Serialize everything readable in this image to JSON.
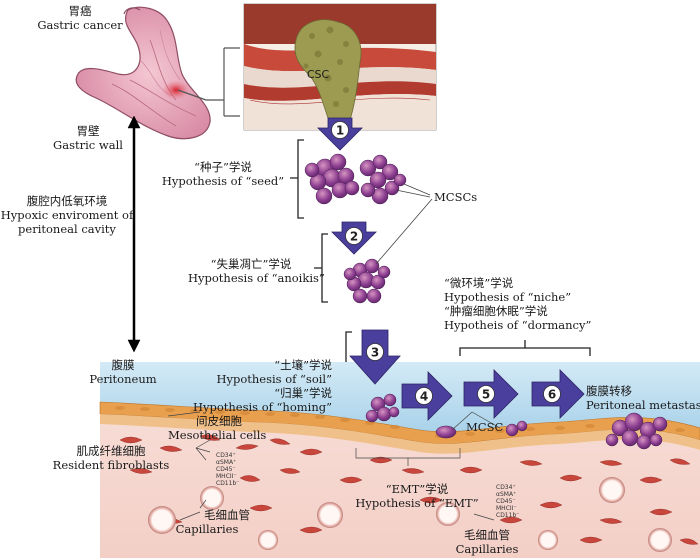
{
  "stomach": {
    "label_cn": "胃癌",
    "label_en": "Gastric cancer"
  },
  "gastric_wall": {
    "label_cn": "胃壁",
    "label_en": "Gastric wall"
  },
  "hypoxic": {
    "label_cn": "腹腔内低氧环境",
    "label_en_1": "Hypoxic enviroment of",
    "label_en_2": "peritoneal cavity"
  },
  "csc_inset": {
    "label": "CSC"
  },
  "seed": {
    "label_cn": "“种子”学说",
    "label_en": "Hypothesis of “seed”"
  },
  "mcscs": {
    "label": "MCSCs"
  },
  "anoikis": {
    "label_cn": "“失巢凋亡”学说",
    "label_en": "Hypothesis of “anoikis”"
  },
  "niche": {
    "label_cn": "“微环境”学说",
    "label_en": "Hypothesis of “niche”"
  },
  "dormancy": {
    "label_cn": "“肿瘤细胞休眠”学说",
    "label_en": "Hypotheis of “dormancy”"
  },
  "peritoneum": {
    "label_cn": "腹膜",
    "label_en": "Peritoneum"
  },
  "soil": {
    "label_cn": "“土壤”学说",
    "label_en": "Hypothesis of “soil”"
  },
  "homing": {
    "label_cn": "“归巢”学说",
    "label_en": "Hypothesis of “homing”"
  },
  "mesothelial": {
    "label_cn": "间皮细胞",
    "label_en": "Mesothelial cells"
  },
  "fibroblasts": {
    "label_cn": "肌成纤维细胞",
    "label_en": "Resident fibroblasts"
  },
  "markers_left": [
    "CD34⁺",
    "αSMA⁺",
    "CD45⁻",
    "MHCII⁻",
    "CD11b⁻"
  ],
  "markers_right": [
    "CD34⁺",
    "αSMA⁺",
    "CD45⁻",
    "MHCII⁻",
    "CD11b⁻"
  ],
  "capillaries_left": {
    "label_cn": "毛细血管",
    "label_en": "Capillaries"
  },
  "capillaries_right": {
    "label_cn": "毛细血管",
    "label_en": "Capillaries"
  },
  "mcsc": {
    "label": "MCSC"
  },
  "emt": {
    "label_cn": "“EMT”学说",
    "label_en": "Hypothesis of “EMT”"
  },
  "metastasis": {
    "label_cn": "腹膜转移",
    "label_en": "Peritoneal metastasis"
  },
  "steps": [
    "1",
    "2",
    "3",
    "4",
    "5",
    "6"
  ],
  "colors": {
    "arrow_fill": "#4a3f9c",
    "arrow_light": "#6b62c4",
    "cell_purple": "#7b3f8c",
    "cell_pink": "#c9709a",
    "peritoneal_blue": "#b9dcef",
    "mesothelium_orange": "#e8a04f",
    "tissue_pink": "#f6d9d2",
    "fibroblast_red": "#c9463c"
  }
}
